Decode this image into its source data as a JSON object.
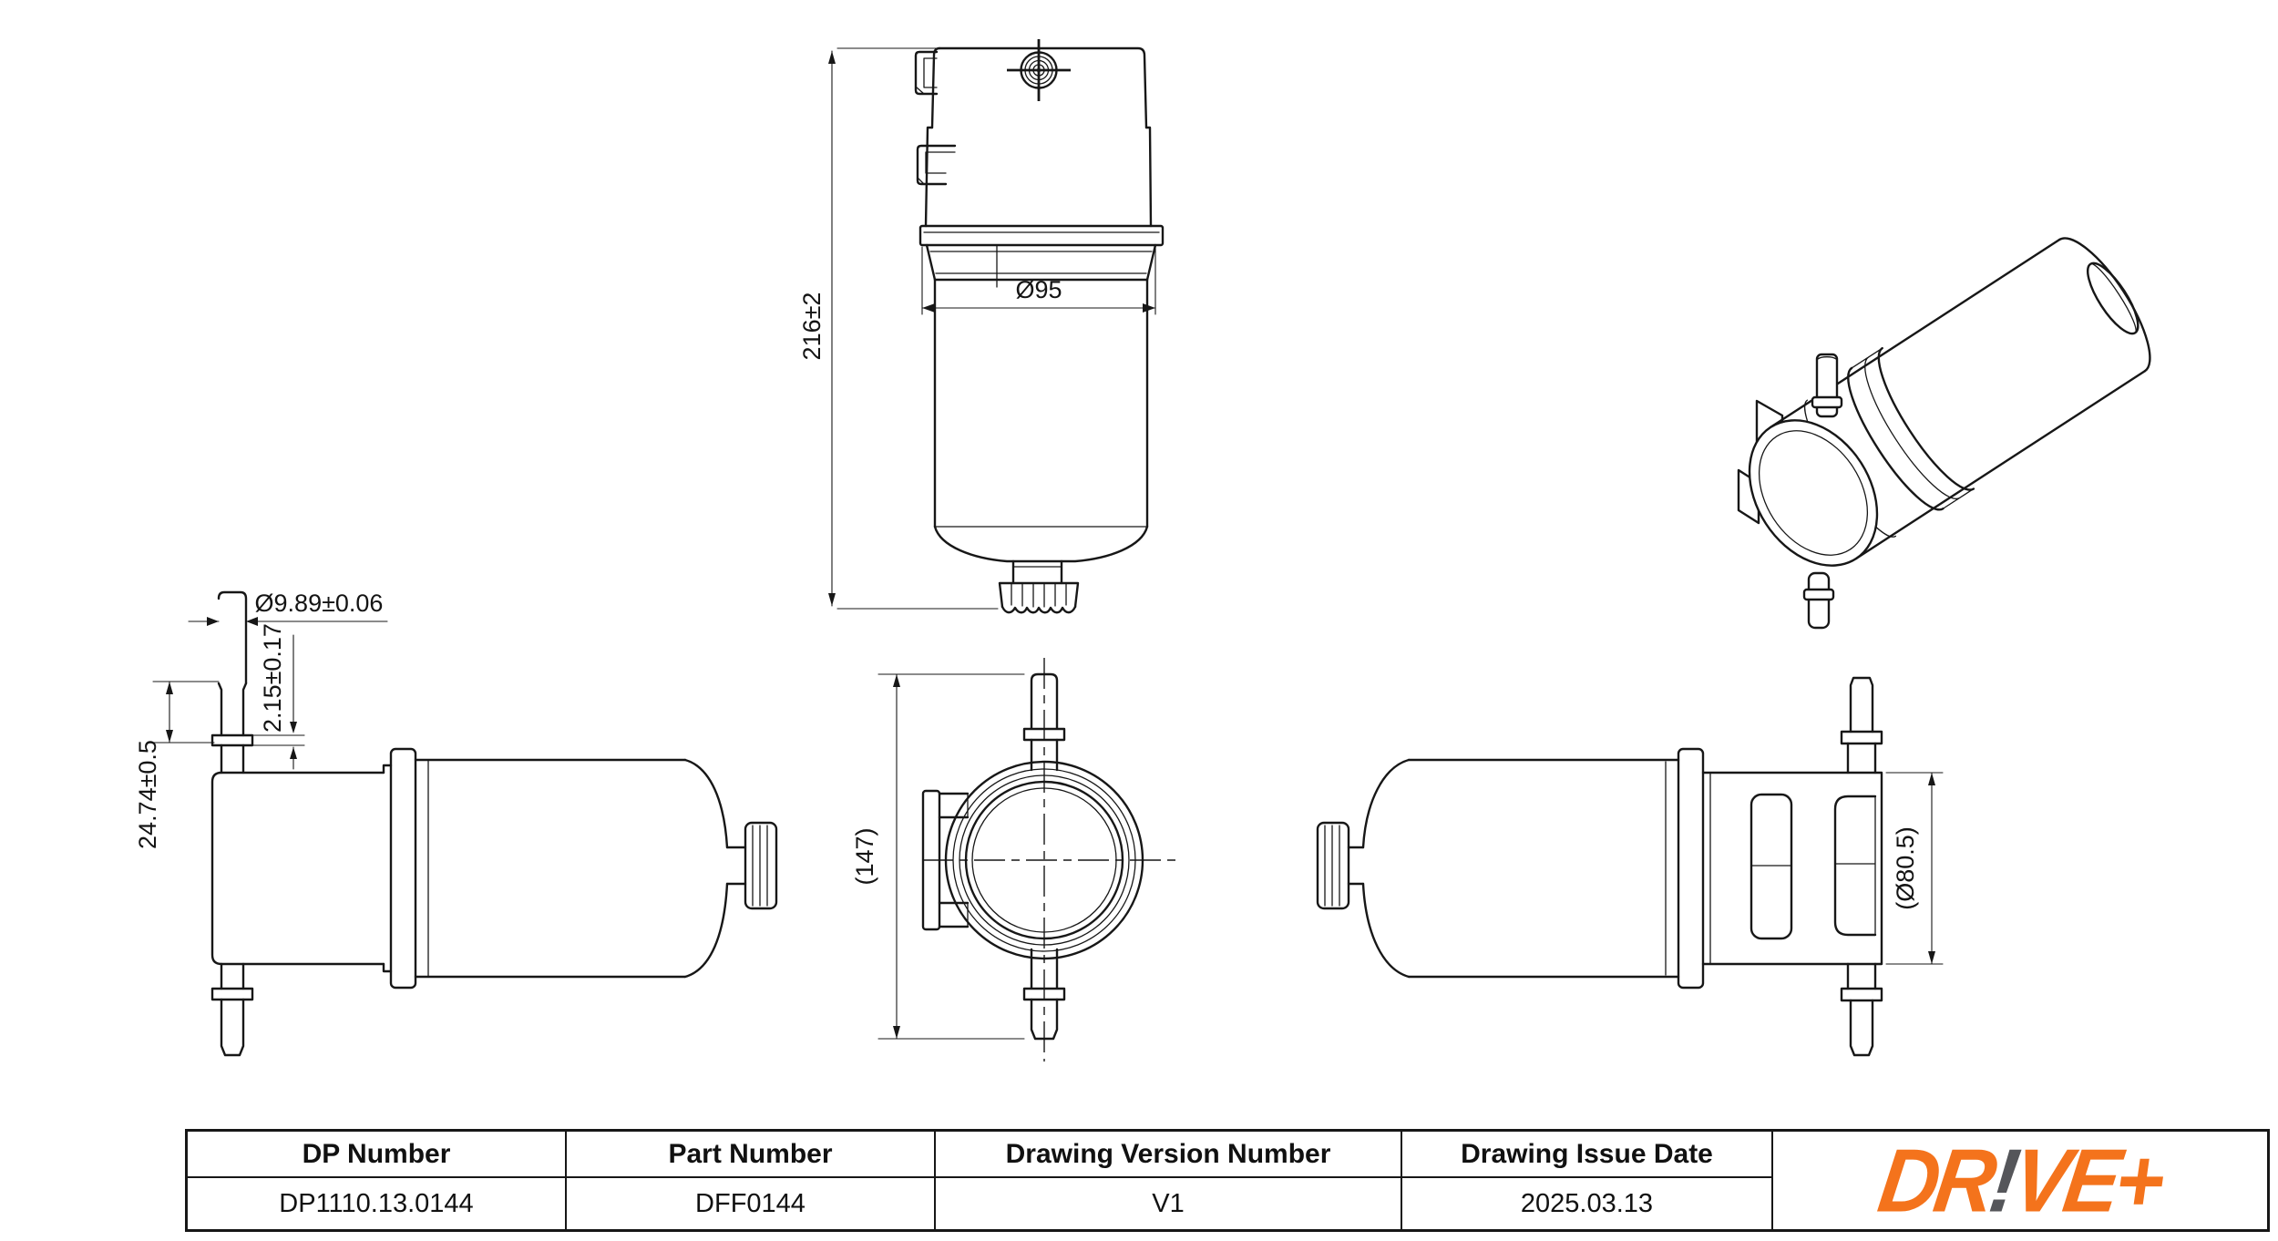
{
  "sheet": {
    "background": "#ffffff",
    "line_color": "#171717"
  },
  "views": {
    "front": {
      "dim_height": "216±2",
      "dim_flange_diameter": "Ø95"
    },
    "side_left": {
      "dim_port_diameter": "Ø9.89±0.06",
      "dim_collar": "2.15±0.17",
      "dim_port_offset": "24.74±0.5"
    },
    "bottom": {
      "dim_overall": "(147)"
    },
    "side_right": {
      "dim_body_diameter": "(Ø80.5)"
    }
  },
  "title_block": {
    "headers": [
      "DP Number",
      "Part Number",
      "Drawing Version Number",
      "Drawing Issue Date"
    ],
    "values": [
      "DP1110.13.0144",
      "DFF0144",
      "V1",
      "2025.03.13"
    ]
  },
  "logo": {
    "dr": "DR",
    "bang": "!",
    "ve_plus": "VE+",
    "orange": "#F4731C",
    "dark": "#55565A"
  }
}
